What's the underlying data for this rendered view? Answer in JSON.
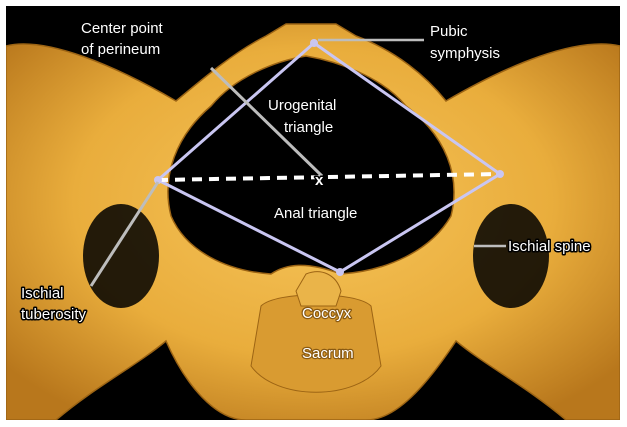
{
  "labels": {
    "center_point_line1": "Center point",
    "center_point_line2": "of perineum",
    "pubic_symphysis_line1": "Pubic",
    "pubic_symphysis_line2": "symphysis",
    "urogenital_line1": "Urogenital",
    "urogenital_line2": "triangle",
    "anal_triangle": "Anal triangle",
    "ischial_spine": "Ischial spine",
    "ischial_tuberosity_line1": "Ischial",
    "ischial_tuberosity_line2": "tuberosity",
    "coccyx": "Coccyx",
    "sacrum": "Sacrum",
    "center_marker": "x"
  },
  "colors": {
    "background": "#000000",
    "bone": "#e9ad3c",
    "bone_shadow": "#b8771c",
    "diamond_outline": "#c9c6f2",
    "dashed_line": "#ffffff",
    "leader_line": "#bdbdbd"
  }
}
